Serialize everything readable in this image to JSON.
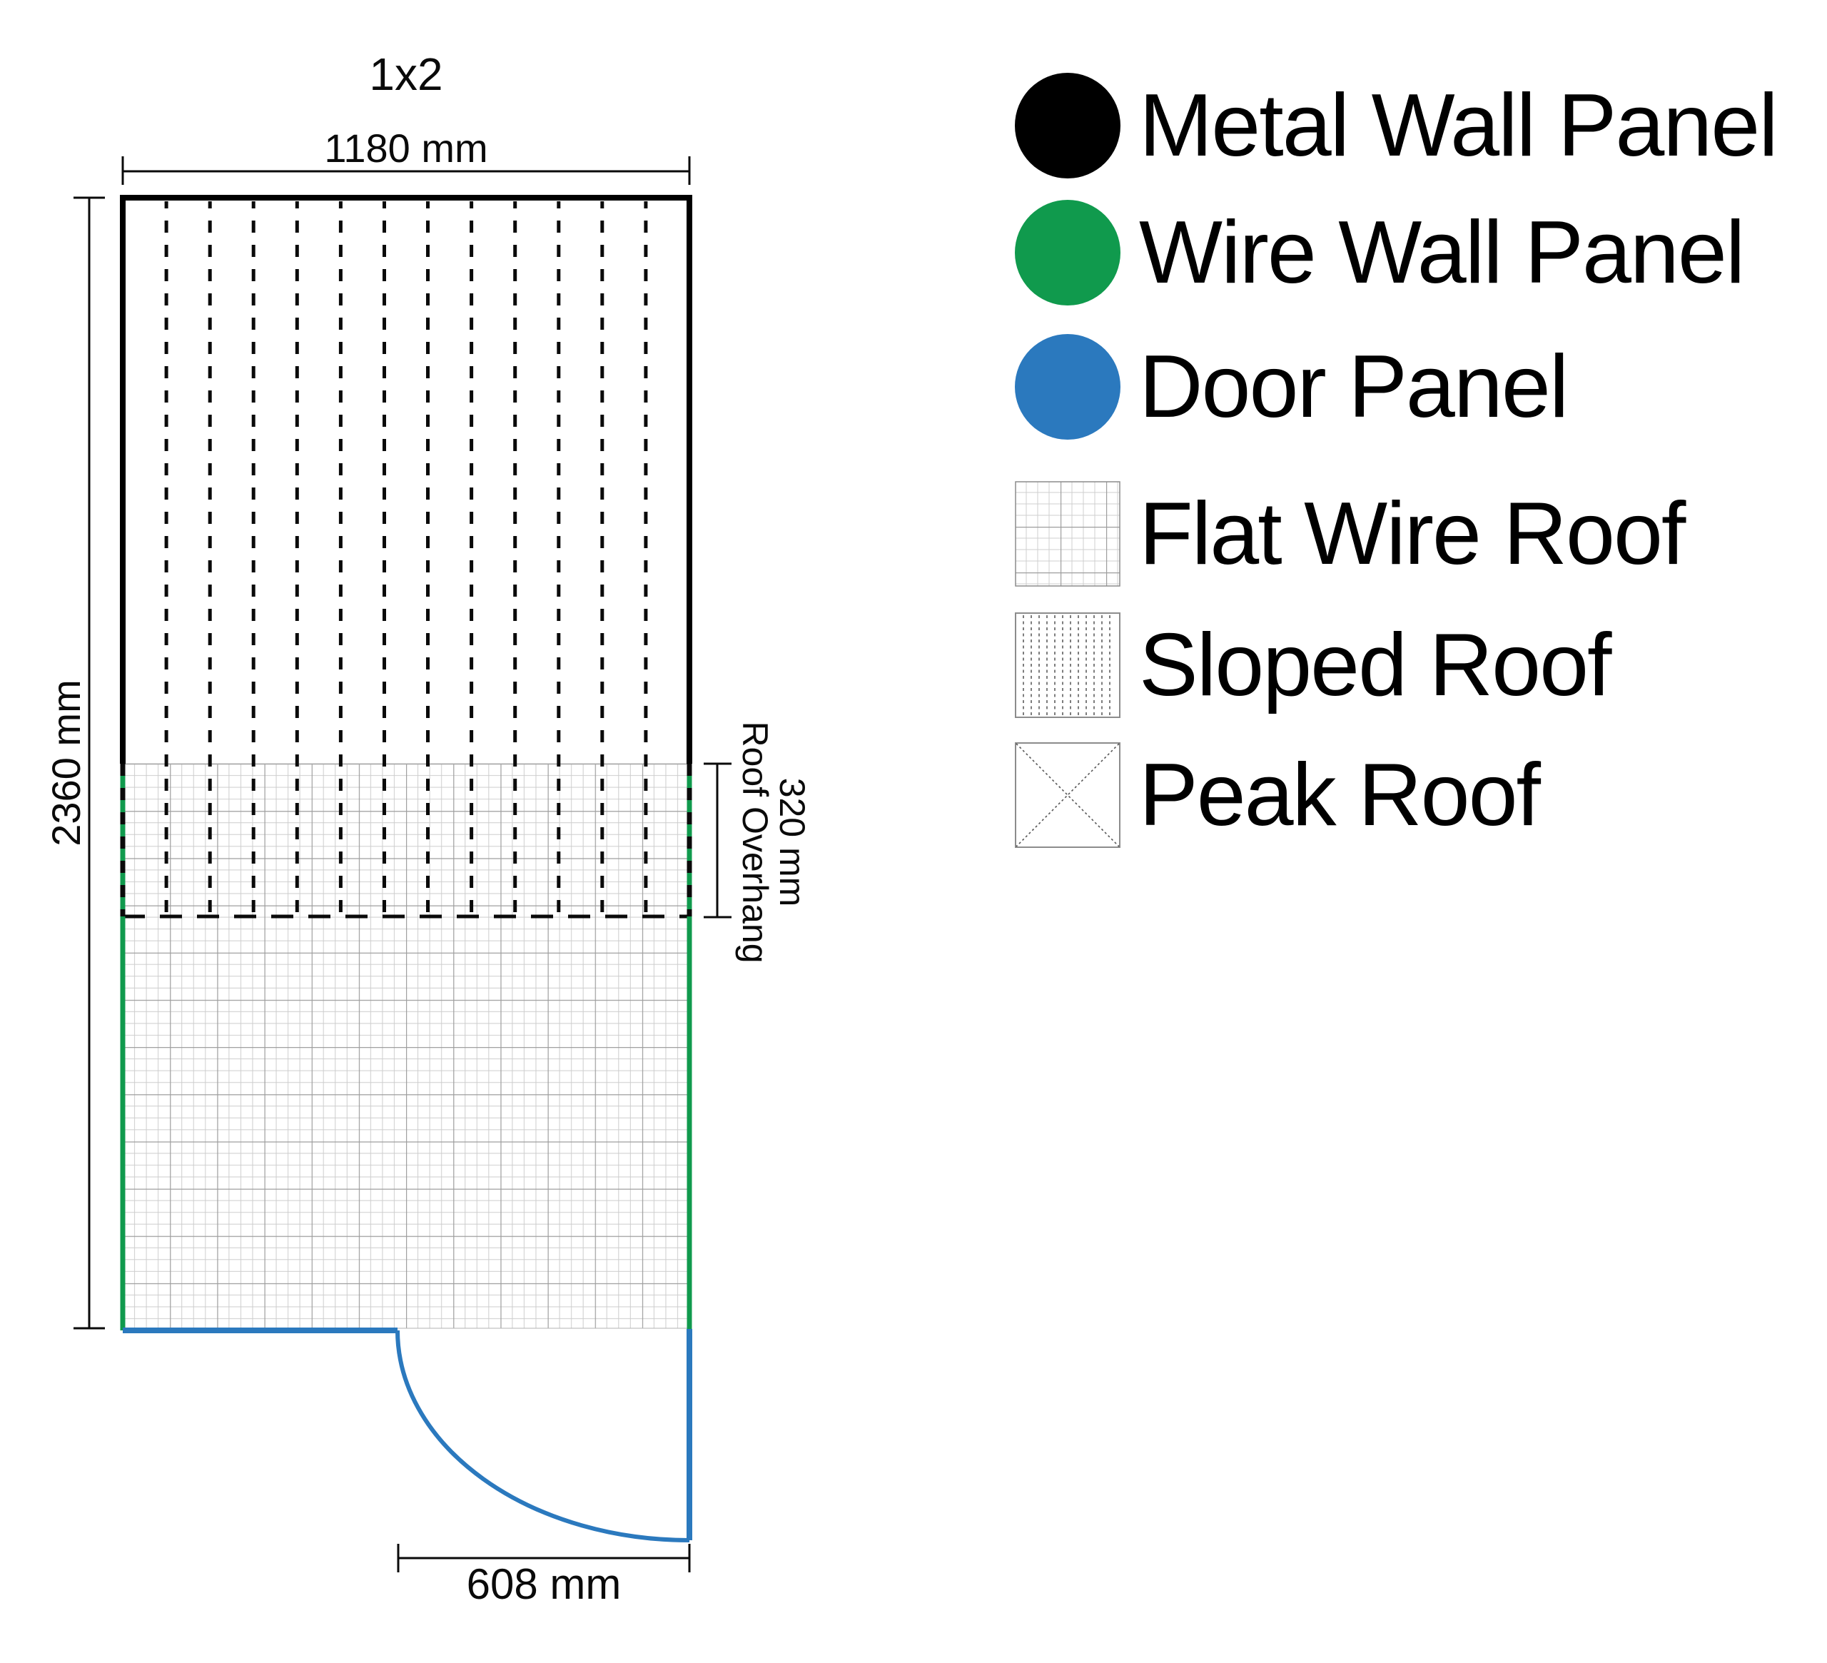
{
  "title": "1x2",
  "drawing": {
    "width_dim": "1180 mm",
    "height_dim": "2360 mm",
    "door_dim": "608 mm",
    "overhang_dim": "320 mm",
    "overhang_label": "Roof Overhang"
  },
  "plan": {
    "layout": "1x2",
    "walls": {
      "top": "metal",
      "left_upper": "metal",
      "right_upper": "metal",
      "left_lower": "wire",
      "right_lower": "wire",
      "bottom": "door"
    },
    "roof_regions": {
      "upper": "Sloped Roof",
      "lower": "Flat Wire Roof",
      "overhang": "320 mm"
    }
  },
  "legend": {
    "items": [
      {
        "label": "Metal Wall Panel",
        "swatch": "black-circle",
        "color": "#000000"
      },
      {
        "label": "Wire Wall Panel",
        "swatch": "green-circle",
        "color": "#109A4D"
      },
      {
        "label": "Door Panel",
        "swatch": "blue-circle",
        "color": "#2B79BE"
      },
      {
        "label": "Flat Wire Roof",
        "swatch": "grid-square",
        "color": "#BDBDBD"
      },
      {
        "label": "Sloped Roof",
        "swatch": "dashed-lines-square",
        "color": "#666666"
      },
      {
        "label": "Peak Roof",
        "swatch": "cross-square",
        "color": "#666666"
      }
    ]
  },
  "colors": {
    "metal": "#000000",
    "wire": "#109A4D",
    "door": "#2B79BE",
    "grid_minor": "#CDCDCD",
    "grid_major": "#9E9E9E",
    "dash": "#0A0A0A"
  }
}
